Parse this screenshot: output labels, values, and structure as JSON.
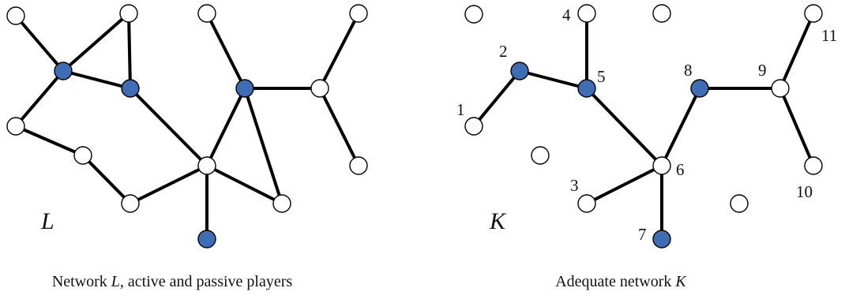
{
  "colors": {
    "active": "#3f6db3",
    "passive": "#ffffff",
    "edge": "#000000"
  },
  "left": {
    "name": "L",
    "caption_pre": "Network ",
    "caption_name": "L",
    "caption_post": ", active and passive players",
    "nodes": [
      {
        "id": "a",
        "type": "passive"
      },
      {
        "id": "b",
        "type": "passive"
      },
      {
        "id": "c",
        "type": "passive"
      },
      {
        "id": "d",
        "type": "passive"
      },
      {
        "id": "e",
        "type": "active"
      },
      {
        "id": "f",
        "type": "active"
      },
      {
        "id": "g",
        "type": "active"
      },
      {
        "id": "h",
        "type": "passive"
      },
      {
        "id": "i",
        "type": "passive"
      },
      {
        "id": "j",
        "type": "passive"
      },
      {
        "id": "k",
        "type": "passive"
      },
      {
        "id": "l",
        "type": "passive"
      },
      {
        "id": "m",
        "type": "passive"
      },
      {
        "id": "n",
        "type": "passive"
      },
      {
        "id": "o",
        "type": "passive"
      },
      {
        "id": "p",
        "type": "active"
      }
    ],
    "edges": [
      [
        "a",
        "e"
      ],
      [
        "e",
        "b"
      ],
      [
        "b",
        "f"
      ],
      [
        "e",
        "f"
      ],
      [
        "e",
        "h"
      ],
      [
        "h",
        "i"
      ],
      [
        "i",
        "l"
      ],
      [
        "l",
        "m"
      ],
      [
        "f",
        "m"
      ],
      [
        "m",
        "n"
      ],
      [
        "m",
        "p"
      ],
      [
        "c",
        "g"
      ],
      [
        "g",
        "m"
      ],
      [
        "g",
        "n"
      ],
      [
        "g",
        "j"
      ],
      [
        "d",
        "j"
      ],
      [
        "j",
        "k"
      ]
    ]
  },
  "right": {
    "name": "K",
    "caption_pre": "Adequate network ",
    "caption_name": "K",
    "nodes": [
      {
        "id": "q1",
        "type": "passive",
        "label": ""
      },
      {
        "id": "n4",
        "type": "passive",
        "label": "4"
      },
      {
        "id": "q2",
        "type": "passive",
        "label": ""
      },
      {
        "id": "n11",
        "type": "passive",
        "label": "11"
      },
      {
        "id": "n2",
        "type": "active",
        "label": "2"
      },
      {
        "id": "n5",
        "type": "active",
        "label": "5"
      },
      {
        "id": "n8",
        "type": "active",
        "label": "8"
      },
      {
        "id": "n9",
        "type": "passive",
        "label": "9"
      },
      {
        "id": "n1",
        "type": "passive",
        "label": "1"
      },
      {
        "id": "q3",
        "type": "passive",
        "label": ""
      },
      {
        "id": "n6",
        "type": "passive",
        "label": "6"
      },
      {
        "id": "n10",
        "type": "passive",
        "label": "10"
      },
      {
        "id": "n3",
        "type": "passive",
        "label": "3"
      },
      {
        "id": "q4",
        "type": "passive",
        "label": ""
      },
      {
        "id": "n7",
        "type": "active",
        "label": "7"
      }
    ],
    "edges": [
      [
        "n1",
        "n2"
      ],
      [
        "n2",
        "n5"
      ],
      [
        "n4",
        "n5"
      ],
      [
        "n5",
        "n6"
      ],
      [
        "n6",
        "n8"
      ],
      [
        "n8",
        "n9"
      ],
      [
        "n9",
        "n11"
      ],
      [
        "n9",
        "n10"
      ],
      [
        "n3",
        "n6"
      ],
      [
        "n6",
        "n7"
      ]
    ]
  }
}
